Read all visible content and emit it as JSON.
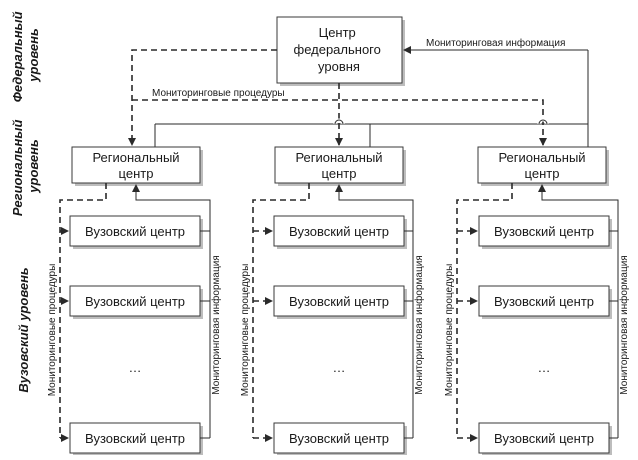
{
  "levels": {
    "federal": [
      "Федеральный",
      "уровень"
    ],
    "regional": [
      "Региональный",
      "уровень"
    ],
    "university": "Вузовский уровень"
  },
  "federal_center": [
    "Центр",
    "федерального",
    "уровня"
  ],
  "regional_center": [
    "Региональный",
    "центр"
  ],
  "university_center": "Вузовский центр",
  "ellipsis": "…",
  "labels": {
    "monitoring_info": "Мониторинговая информация",
    "monitoring_procedures": "Мониторинговые процедуры",
    "monitoring_procedures_vertical": "Мониторинговые процедуры",
    "monitoring_info_vertical": "Мониторинговая информация"
  }
}
